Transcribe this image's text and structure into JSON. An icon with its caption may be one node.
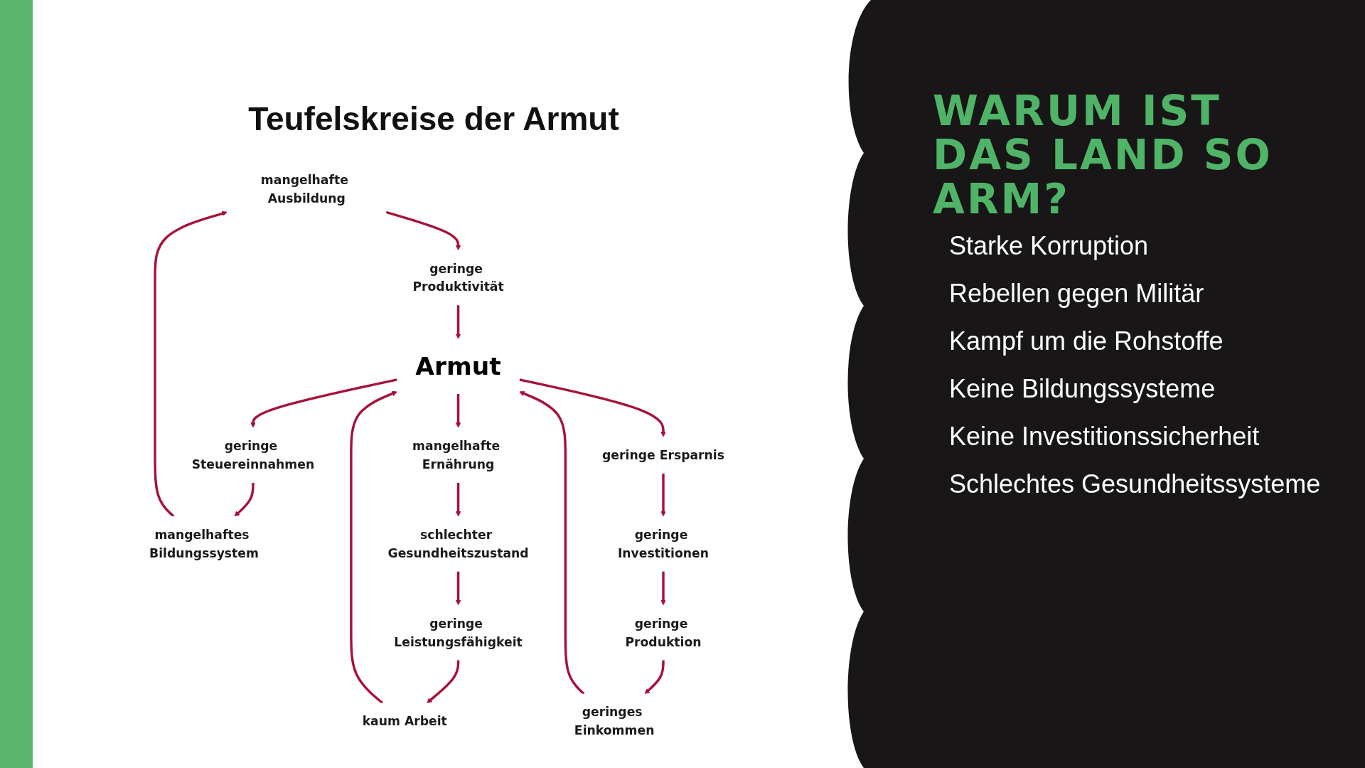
{
  "diagram": {
    "title": "Teufelskreise der Armut",
    "nodes": [
      {
        "text": [
          "mangelhafte Ausbildung"
        ]
      },
      {
        "text": [
          "geringe Produktivität"
        ]
      },
      {
        "text": [
          "mangelhaftes Bildungssystem"
        ]
      },
      {
        "text": [
          "geringe Steuereinnahmen"
        ]
      },
      {
        "text": [
          "geringe Leistungsfähigkeit"
        ]
      },
      {
        "text": [
          "kaum Arbeit"
        ]
      },
      {
        "text": [
          "geringes Einkommen"
        ]
      },
      {
        "text": [
          "geringe Produktion"
        ]
      },
      {
        "text": [
          "Armut"
        ]
      },
      {
        "text": [
          "schlechter Gesundheitszustand"
        ]
      },
      {
        "text": [
          "mangelhafte Ernährung"
        ]
      },
      {
        "text": [
          "geringe Ersparnis"
        ]
      },
      {
        "text": [
          "geringe Investitionen"
        ]
      }
    ],
    "edges": [
      {
        "from": 5,
        "to": 8,
        "arrow": "to"
      },
      {
        "from": 6,
        "to": 8,
        "arrow": "to"
      },
      {
        "from": 8,
        "to": 3,
        "arrow": "to"
      },
      {
        "from": 3,
        "to": 2,
        "arrow": "to"
      },
      {
        "from": 2,
        "to": 0,
        "arrow": "to"
      },
      {
        "from": 0,
        "to": 1,
        "arrow": "to"
      },
      {
        "from": 1,
        "to": 8,
        "arrow": "to"
      },
      {
        "from": 8,
        "to": 10,
        "arrow": "to"
      },
      {
        "from": 10,
        "to": 9,
        "arrow": "to"
      },
      {
        "from": 9,
        "to": 4,
        "arrow": "to"
      },
      {
        "from": 4,
        "to": 5,
        "arrow": "to"
      },
      {
        "from": 8,
        "to": 11,
        "arrow": "to"
      },
      {
        "from": 11,
        "to": 12,
        "arrow": "to"
      },
      {
        "from": 12,
        "to": 7,
        "arrow": "to"
      },
      {
        "from": 7,
        "to": 6,
        "arrow": "to"
      }
    ],
    "labels": [
      "WARUM IST DAS LAND SO ARM?",
      "Starke Korruption",
      "Rebellen gegen Militär",
      "Kampf um die Rohstoffe",
      "Keine Bildungssysteme",
      "Keine Investitionssicherheit",
      "Schlechtes Gesundheitssysteme"
    ]
  }
}
